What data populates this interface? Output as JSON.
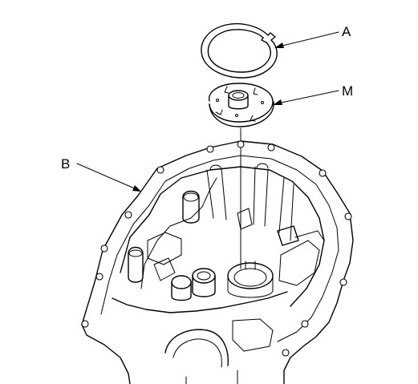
{
  "figure": {
    "labels": {
      "a": "A",
      "m": "M",
      "b": "B"
    },
    "colors": {
      "line": "#000000",
      "background": "#ffffff"
    }
  }
}
